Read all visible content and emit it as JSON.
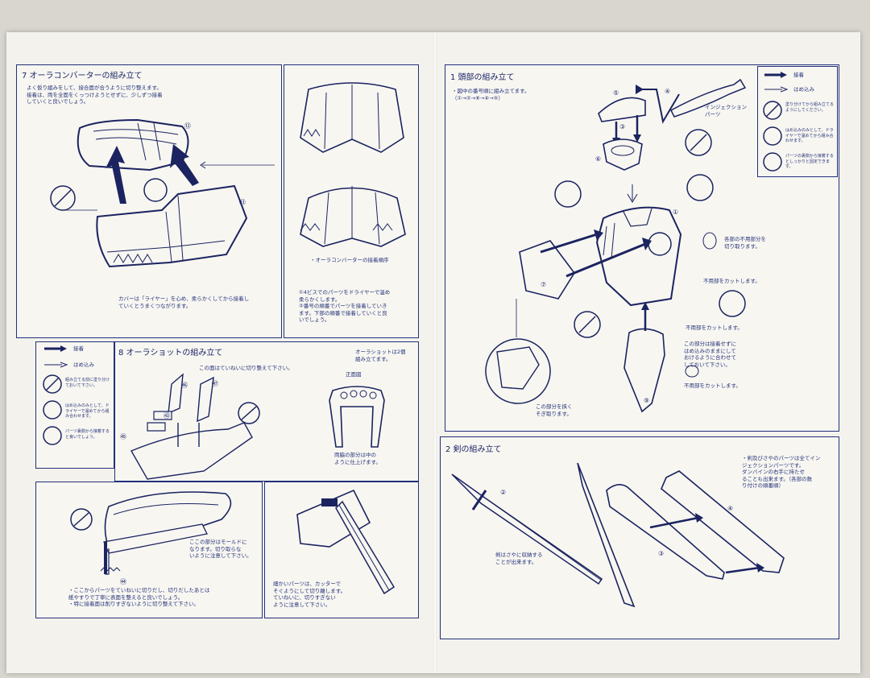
{
  "sec7": {
    "title": "7  オーラコンバーターの組み立て",
    "intro": "よく仮り組みをして、接合面が合うように切り整えます。\n接着は、両を全面をくっつけようとせずに、少しずつ接着\nしていくと良いでしょう。",
    "caption": "カバーは「ライヤー」を心め、柔らかくしてから接着し\nていくとうまくつながります。",
    "parts": [
      "⑫",
      "⑬"
    ]
  },
  "sec7b": {
    "cap1": "・オーラコンバーターの接着順序",
    "cap2": "①4ビスでのパーツをドライヤーで温め\n柔らかくします。\n②番号の順番でパーツを接着していき\nます。下部の順番で接着していくと良\nいでしょう。"
  },
  "sec8": {
    "title": "8  オーラショットの組み立て",
    "note_top": "オーラショットは2個\n組み立てます。",
    "front_label": "正面図",
    "cut_note": "この面はていねいに切り整えて下さい。",
    "side_note": "両脇の部分は中の\nように仕上げます。",
    "mold_note": "ここの部分はモールドに\nなります。切り取らな\nいように注意して下さい。",
    "bottom_note": "・ここからパーツをていねいに切りだし、切りだしたあとは\n紙やすりで丁寧に表面を整えると良いでしょう。\n・特に接着面は削りすぎないように切り整えて下さい。",
    "knife_note": "細かいパーツは、カッターで\nそぐようにして切り離します。\nていねいに、切りすぎない\nように注意して下さい。",
    "parts": [
      "㊺",
      "㊹",
      "㊸",
      "㊻",
      "㊼"
    ]
  },
  "sec1": {
    "title": "1  頭部の組み立て",
    "order": "・図中の番号順に組み立てます。\n（①→②→⑧→④→⑤）",
    "injection": "インジェクション\nパーツ",
    "unused": "各部の不用部分を\n切り取ります。",
    "cut1": "不用部をカットします。",
    "cut2": "不用部をカットします。",
    "cut3": "不用部をカットします。",
    "fit_note": "この部分は接着せずに\nはめ込みのままにして\nおけるように合わせて\nしておいて下さい。",
    "remove": "この部分を挟く\nそぎ取ります。",
    "parts": [
      "⑤",
      "④",
      "③",
      "①",
      "⑥",
      "⑦",
      "⑨"
    ]
  },
  "legend": {
    "items": [
      "接着",
      "はめ込み",
      "塗り分けてから組み立てるようにしてください。",
      "はめ込みのみとして、ドライヤーで温めてから組み合わせます。",
      "パーツの裏側から接着するとしっかりと固定できます。"
    ]
  },
  "legend_small": {
    "items": [
      "接着",
      "はめ込み",
      "組み立てる前に塗り分けておいて下さい。",
      "はめ込みのみとして、ドライヤーで温めてから組み合わせます。",
      "パーツ裏側から接着すると良いでしょう。"
    ]
  },
  "sec2": {
    "title": "2  剣の組み立て",
    "note": "・剣及びさやのパーツは全てイン\nジェクションパーツです。\nダンバインの右手に持たせ\nることも出来ます。（各部の数\nり付けの順番順）",
    "sheath_note": "剣はさやに収納する\nことが出来ます。",
    "parts": [
      "②",
      "③",
      "④"
    ]
  }
}
